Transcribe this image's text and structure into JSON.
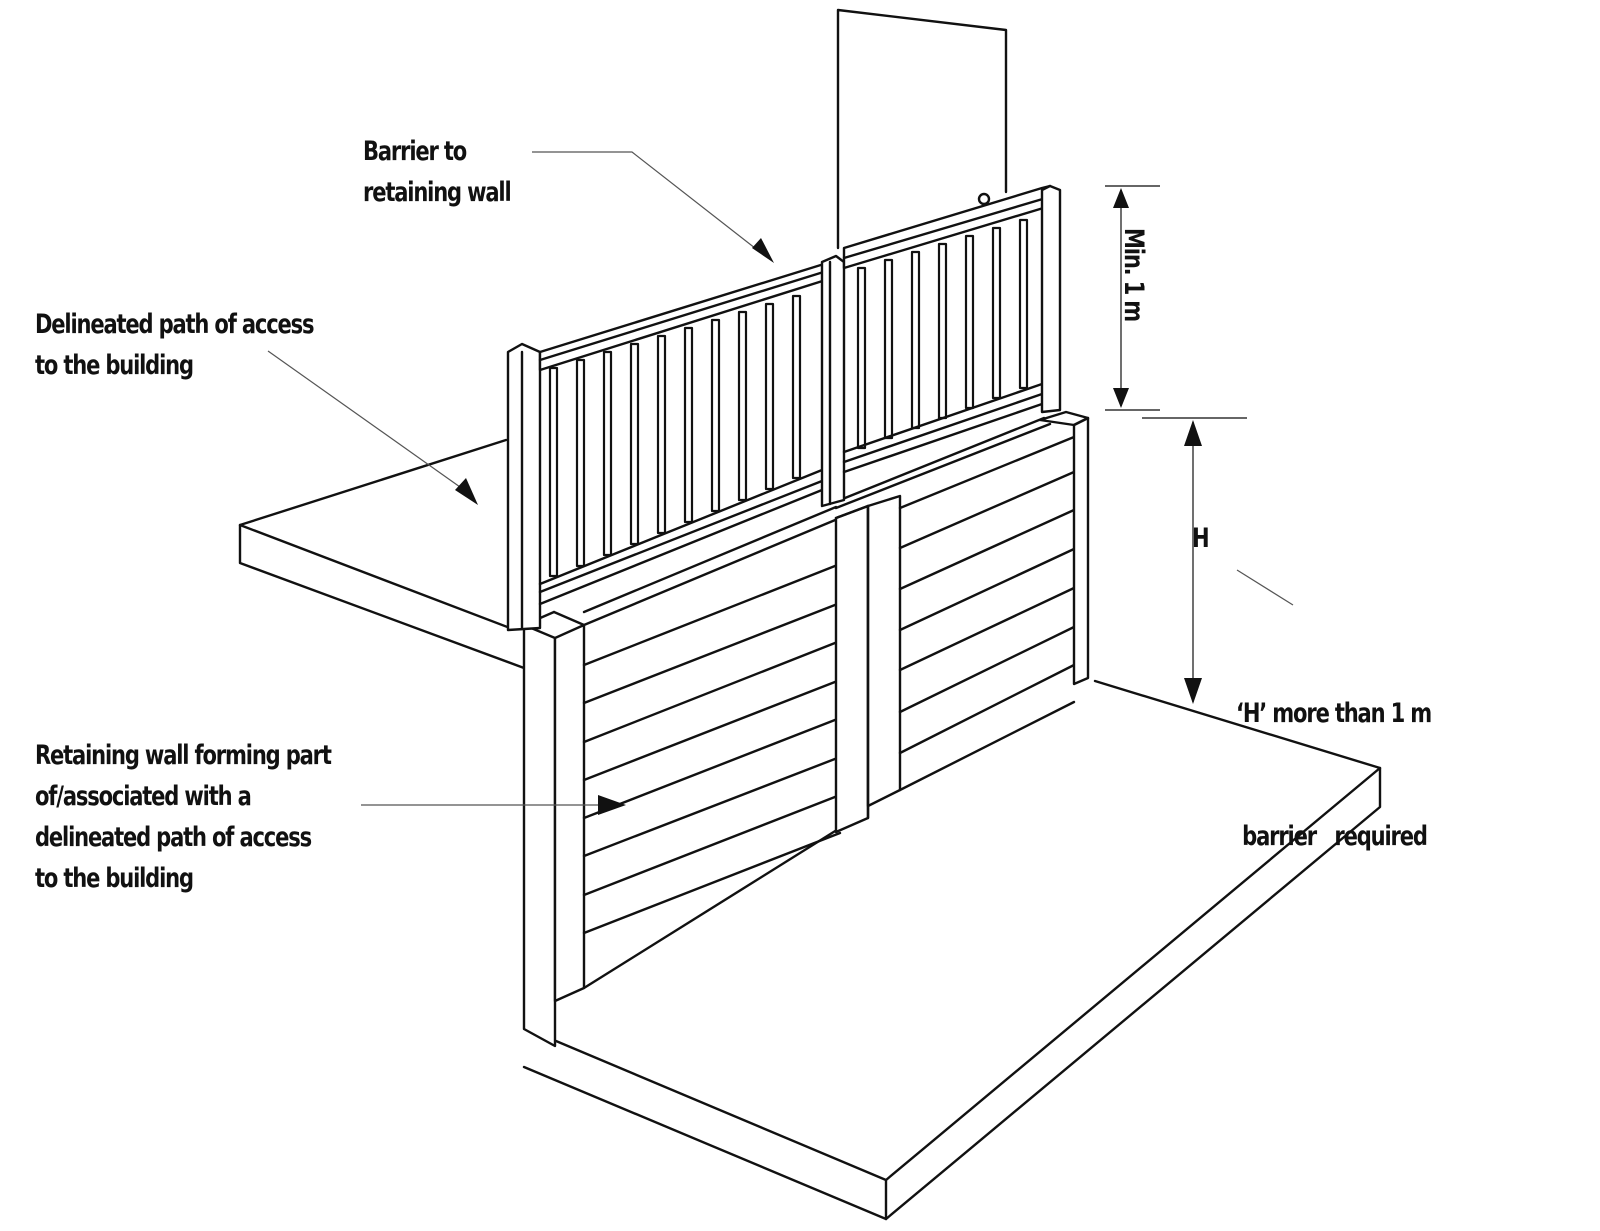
{
  "labels": {
    "barrier": [
      "Barrier to",
      "retaining wall"
    ],
    "path": [
      "Delineated path of access",
      "to the building"
    ],
    "wall": [
      "Retaining wall forming part",
      "of/associated with a",
      "delineated path of access",
      "to the building"
    ],
    "height_symbol": "H",
    "height_note": [
      "‘H’ more than 1 m",
      " barrier   required"
    ],
    "min_height": "Min. 1 m"
  },
  "colors": {
    "line": "#111111",
    "leader": "#555555",
    "background": "#ffffff"
  }
}
